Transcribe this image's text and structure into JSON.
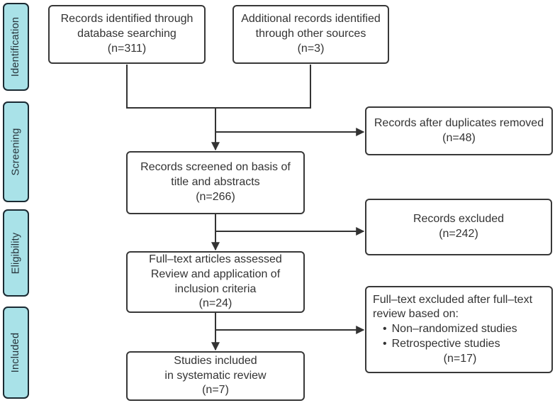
{
  "stages": {
    "identification": "Identification",
    "screening": "Screening",
    "eligibility": "Eligibility",
    "included": "Included"
  },
  "boxes": {
    "records_identified": {
      "text": "Records identified through\ndatabase searching\n(n=311)"
    },
    "additional_records": {
      "text": "Additional records identified\nthrough other sources\n(n=3)"
    },
    "duplicates_removed": {
      "text": "Records after duplicates removed\n(n=48)"
    },
    "records_screened": {
      "text": "Records screened on basis of\ntitle and abstracts\n(n=266)"
    },
    "records_excluded": {
      "text": "Records excluded\n(n=242)"
    },
    "fulltext_assessed": {
      "text": "Full–text articles assessed\nReview and application of\ninclusion criteria\n(n=24)"
    },
    "fulltext_excluded": {
      "intro_line1": "Full–text excluded after full–text",
      "intro_line2": "review based on:",
      "bullet_char": "•",
      "bullets": [
        "Non–randomized studies",
        "Retrospective studies"
      ],
      "count": "(n=17)"
    },
    "studies_included": {
      "text": "Studies included\nin systematic review\n(n=7)"
    }
  },
  "colors": {
    "stage_fill": "#a9e2e8",
    "stage_border": "#1b2a32",
    "stage_text": "#26333a",
    "box_border": "#383838",
    "connector": "#333333",
    "text_color": "#333333"
  }
}
